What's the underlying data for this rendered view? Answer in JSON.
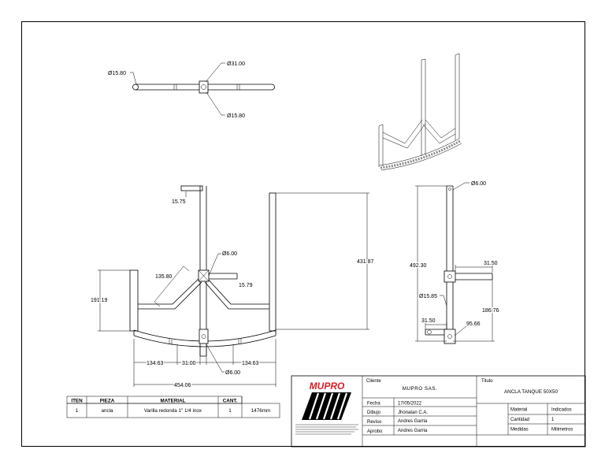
{
  "colors": {
    "logo_red": "#d71f26",
    "line": "#000000"
  },
  "dimensions": {
    "top_view": [
      "Ø15.80",
      "Ø31.00",
      "Ø15.80"
    ],
    "front_view": [
      "15.75",
      "Ø6.00",
      "135.80",
      "15.79",
      "191.19",
      "431.87",
      "134.63",
      "31.00",
      "134.63",
      "Ø6.00",
      "454.06"
    ],
    "side_view": [
      "Ø6.00",
      "492.30",
      "31.50",
      "Ø15.85",
      "186.76",
      "31.50",
      "95.66"
    ]
  },
  "parts_table": {
    "headers": [
      "ITEN",
      "PIEZA",
      "MATERIAL",
      "CANT."
    ],
    "row": [
      "1",
      "ancla",
      "Varilla redonda 1\" 1/4 inox",
      "1",
      "1476mm"
    ]
  },
  "title_block": {
    "logo_text": "MUPRO",
    "client_label": "Cliente",
    "client": "MUPRO SAS.",
    "title_label": "Titulo",
    "title": "ANCLA TANQUE 50X50",
    "rows": [
      {
        "label": "Fecha",
        "value": "17/05/2022"
      },
      {
        "label": "Dibujo",
        "value": "Jhonatan C.A."
      },
      {
        "label": "Reviso",
        "value": "Andres Garria"
      },
      {
        "label": "Aprobo",
        "value": "Andres Garria"
      }
    ],
    "specs": [
      {
        "label": "Material",
        "value": "Indicados"
      },
      {
        "label": "Cantidad",
        "value": "1"
      },
      {
        "label": "Medidas",
        "value": "Milimetros"
      }
    ]
  }
}
